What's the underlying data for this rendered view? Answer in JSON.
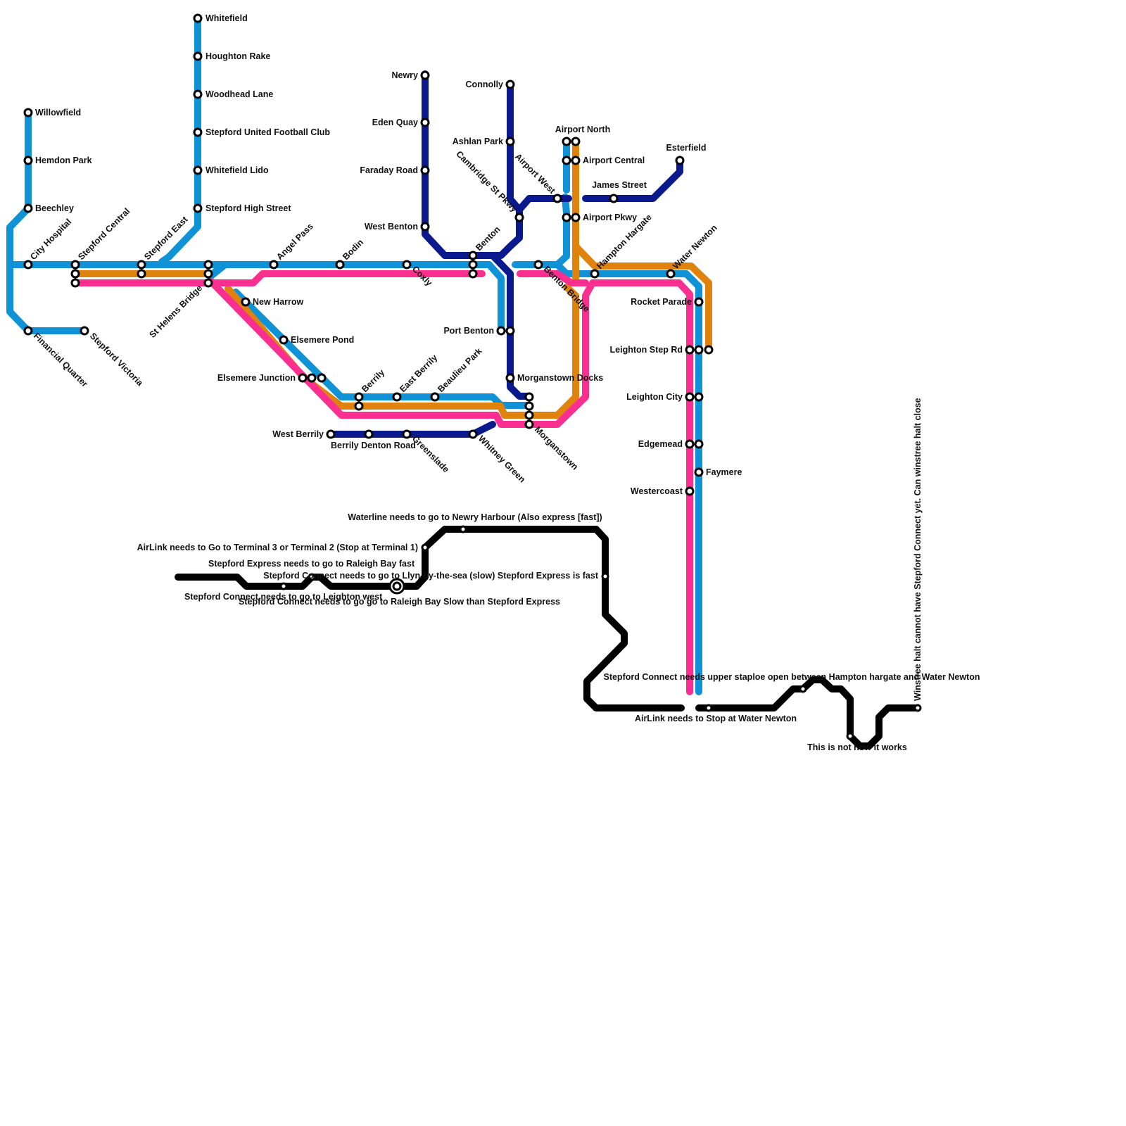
{
  "colors": {
    "light_blue": "#1093d6",
    "orange": "#df820e",
    "pink": "#fb2f8f",
    "navy": "#0a1a8c",
    "black": "#000000"
  },
  "stations": {
    "whitefield": "Whitefield",
    "houghton_rake": "Houghton Rake",
    "woodhead_lane": "Woodhead Lane",
    "stepford_united": "Stepford United Football Club",
    "whitefield_lido": "Whitefield Lido",
    "stepford_high_street": "Stepford High Street",
    "willowfield": "Willowfield",
    "hemdon_park": "Hemdon Park",
    "beechley": "Beechley",
    "city_hospital": "City Hospital",
    "stepford_central": "Stepford Central",
    "stepford_east": "Stepford East",
    "angel_pass": "Angel Pass",
    "bodin": "Bodin",
    "coxly": "Coxly",
    "benton": "Benton",
    "st_helens_bridge": "St Helens Bridge",
    "financial_quarter": "Financial Quarter",
    "stepford_victoria": "Stepford Victoria",
    "new_harrow": "New Harrow",
    "elsemere_pond": "Elsemere Pond",
    "elsemere_junction": "Elsemere Junction",
    "berrily": "Berrily",
    "east_berrily": "East Berrily",
    "beaulieu_park": "Beaulieu Park",
    "west_berrily": "West Berrily",
    "berrily_denton_road": "Berrily Denton Road",
    "greenslade": "Greenslade",
    "whitney_green": "Whitney Green",
    "morganstown": "Morganstown",
    "morganstown_docks": "Morganstown Docks",
    "port_benton": "Port Benton",
    "newry": "Newry",
    "eden_quay": "Eden Quay",
    "faraday_road": "Faraday Road",
    "west_benton": "West Benton",
    "connolly": "Connolly",
    "ashlan_park": "Ashlan Park",
    "cambridge_st_pkwy": "Cambridge St Pkwy",
    "airport_west": "Airport West",
    "airport_north": "Airport North",
    "airport_central": "Airport Central",
    "airport_pkwy": "Airport Pkwy",
    "james_street": "James Street",
    "esterfield": "Esterfield",
    "benton_bridge": "Benton Bridge",
    "hampton_hargate": "Hampton Hargate",
    "water_newton": "Water Newton",
    "rocket_parade": "Rocket Parade",
    "leighton_step_rd": "Leighton Step Rd",
    "leighton_city": "Leighton City",
    "edgemead": "Edgemead",
    "faymere": "Faymere",
    "westercoast": "Westercoast"
  },
  "notes": {
    "waterline": "Waterline needs to go to Newry Harbour (Also express [fast])",
    "airlink_terminal": "AirLink needs to Go to Terminal 3 or Terminal 2 (Stop at Terminal 1)",
    "express_raleigh": "Stepford Express needs to go to Raleigh Bay fast",
    "connect_llyn": "Stepford Connect needs to go to Llyn-by-the-sea (slow) Stepford Express is fast",
    "connect_leighton_west": "Stepford Connect needs to go to Leighton west",
    "connect_raleigh_slow": "Stepford Connect needs to go go to Raleigh Bay Slow than Stepford Express",
    "connect_staploe": "Stepford Connect needs upper staploe open between Hampton hargate and Water Newton",
    "airlink_water_newton": "AirLink needs to Stop at Water Newton",
    "not_how_it_works": "This is not how it works",
    "winstree": "Winstree halt cannot have Stepford Connect yet. Can winstree halt close"
  }
}
